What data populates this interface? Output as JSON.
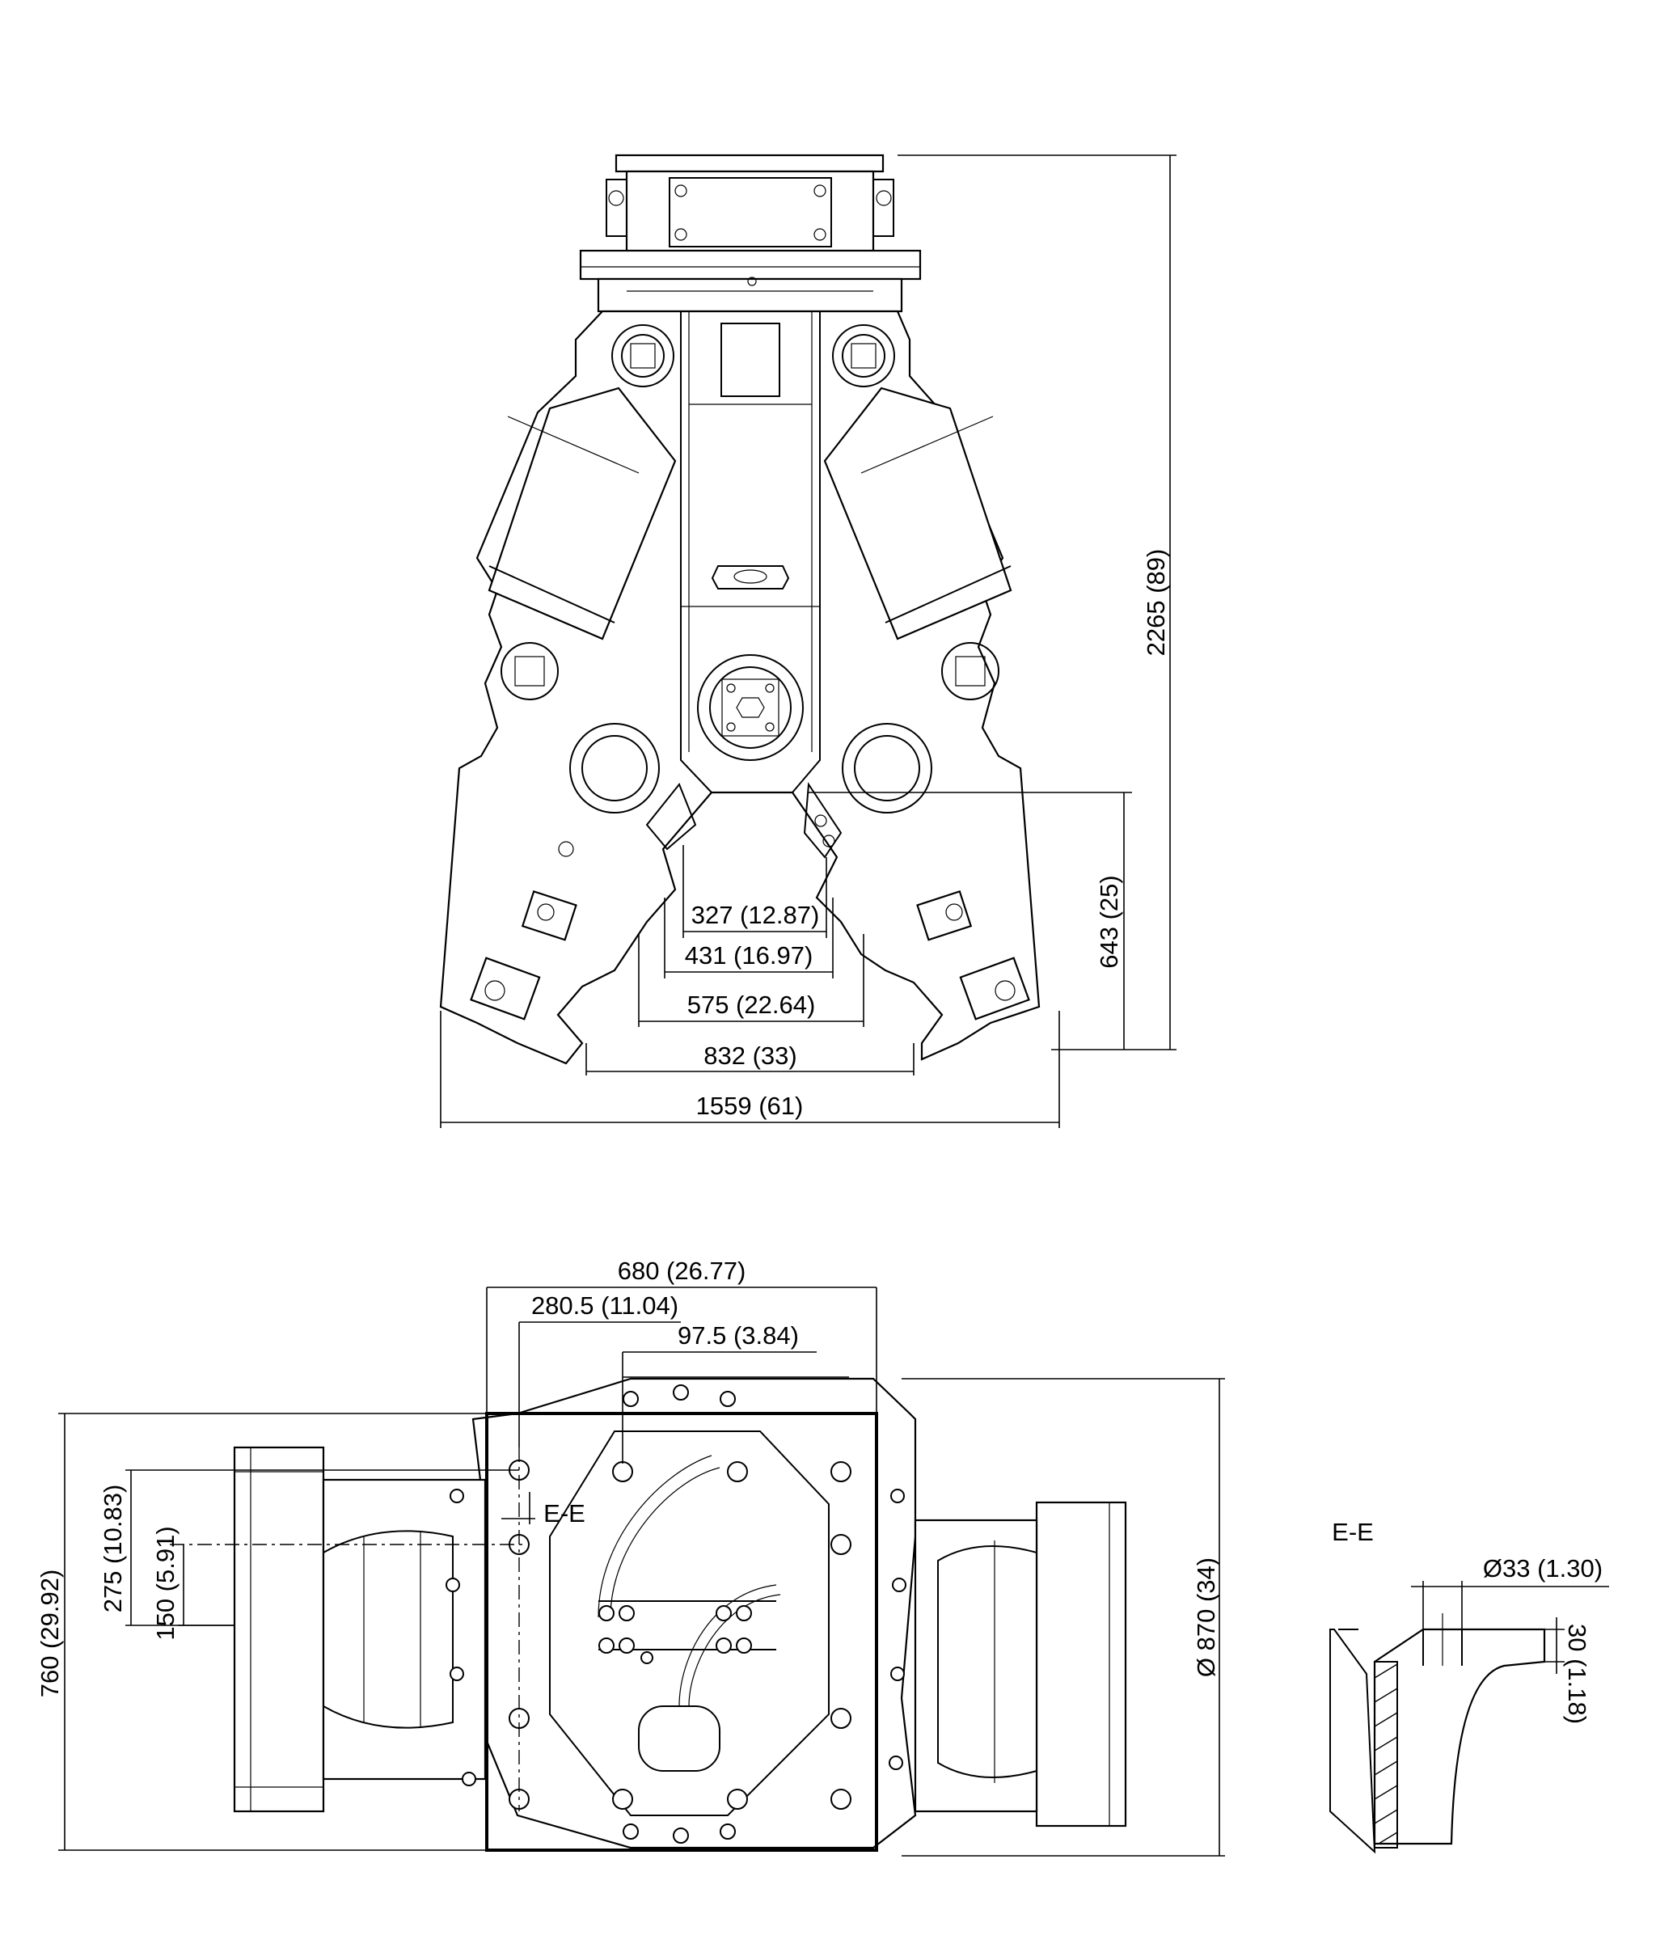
{
  "front_view": {
    "dim_height": "2265 (89)",
    "dim_jaw_depth": "643 (25)",
    "dim_327": "327 (12.87)",
    "dim_431": "431 (16.97)",
    "dim_575": "575 (22.64)",
    "dim_832": "832 (33)",
    "dim_width": "1559 (61)"
  },
  "top_view": {
    "dim_680": "680 (26.77)",
    "dim_280": "280.5 (11.04)",
    "dim_97": "97.5 (3.84)",
    "section_marker": "E-E",
    "dim_760": "760 (29.92)",
    "dim_275": "275 (10.83)",
    "dim_150": "150 (5.91)",
    "dim_870": "Ø 870 (34)"
  },
  "section_view": {
    "title": "E-E",
    "dim_bore": "Ø33 (1.30)",
    "dim_depth": "30 (1.18)"
  }
}
